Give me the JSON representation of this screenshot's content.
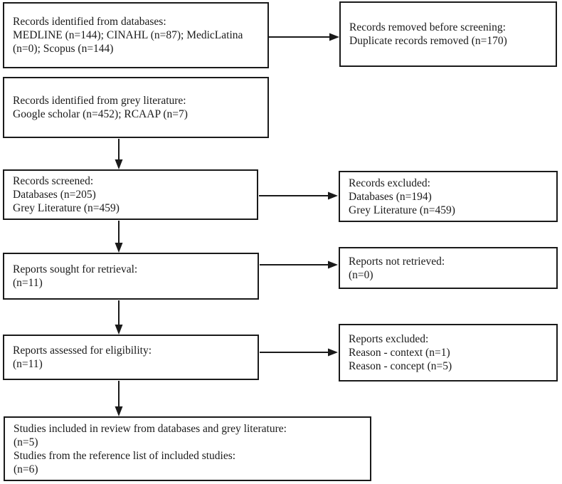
{
  "diagram_type": "flowchart",
  "colors": {
    "box_border": "#1a1a1a",
    "text": "#1a1a1a",
    "arrow": "#1a1a1a",
    "background": "#ffffff"
  },
  "boxes": {
    "identification_databases": {
      "lines": [
        "Records identified from databases:",
        "MEDLINE (n=144); CINAHL (n=87); MedicLatina",
        "(n=0); Scopus (n=144)"
      ]
    },
    "identification_grey": {
      "lines": [
        "Records identified from grey literature:",
        "Google scholar (n=452); RCAAP (n=7)"
      ]
    },
    "records_screened": {
      "lines": [
        "Records screened:",
        "Databases (n=205)",
        "Grey Literature (n=459)"
      ]
    },
    "reports_sought": {
      "lines": [
        "Reports sought for retrieval:",
        "(n=11)"
      ]
    },
    "reports_assessed": {
      "lines": [
        "Reports assessed for eligibility:",
        "(n=11)"
      ]
    },
    "studies_included": {
      "lines": [
        "Studies included in review from databases and grey literature:",
        "(n=5)",
        "Studies from the reference list of included studies:",
        "(n=6)"
      ]
    },
    "records_removed": {
      "lines": [
        "Records removed before screening:",
        "Duplicate records removed (n=170)"
      ]
    },
    "records_excluded": {
      "lines": [
        "Records excluded:",
        "Databases (n=194)",
        "Grey Literature (n=459)"
      ]
    },
    "reports_not_retrieved": {
      "lines": [
        "Reports not retrieved:",
        "(n=0)"
      ]
    },
    "reports_excluded": {
      "lines": [
        "Reports excluded:",
        "Reason - context (n=1)",
        "Reason - concept (n=5)"
      ]
    }
  }
}
